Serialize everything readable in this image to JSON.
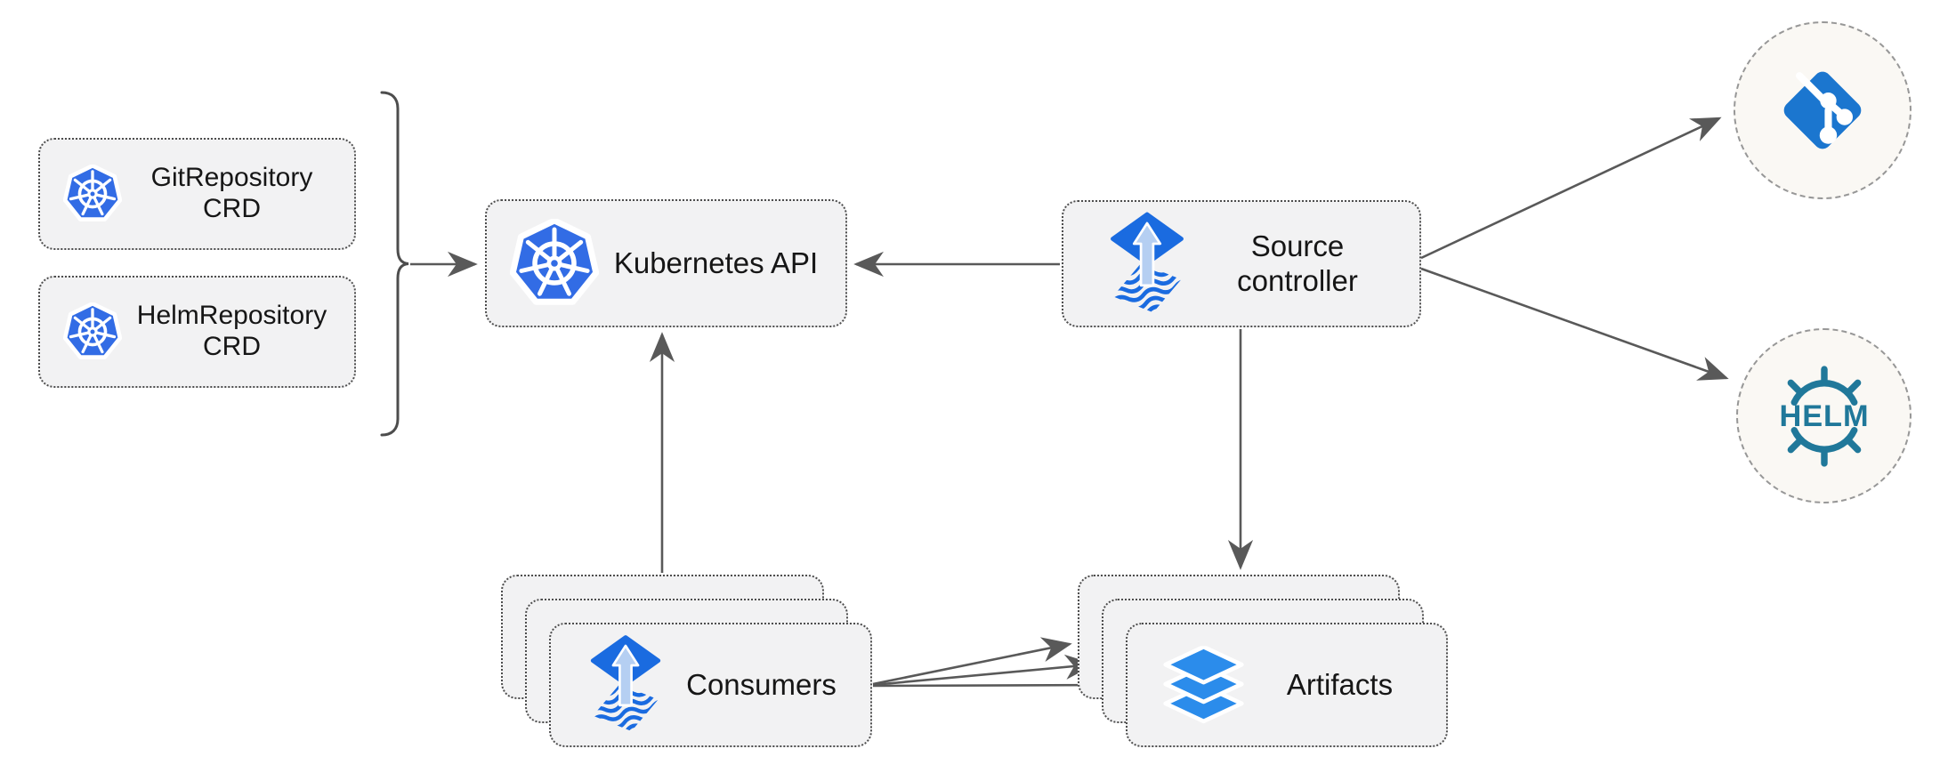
{
  "colors": {
    "kubernetes_blue": "#326CE5",
    "flux_blue": "#1A6BE0",
    "flux_arrow_light": "#B5CFF2",
    "artifacts_blue": "#2B8CEB",
    "git_blue": "#1B76CF",
    "helm_teal": "#20789A",
    "box_fill": "#F2F2F3",
    "box_border": "#4D4D4D",
    "circle_fill": "#FAF8F4",
    "circle_border": "#979797",
    "arrow_gray": "#595959",
    "label_color": "#161616"
  },
  "nodes": {
    "git_repository_crd": {
      "label": "GitRepository\nCRD",
      "icon": "kubernetes-icon"
    },
    "helm_repository_crd": {
      "label": "HelmRepository\nCRD",
      "icon": "kubernetes-icon"
    },
    "kubernetes_api": {
      "label": "Kubernetes API",
      "icon": "kubernetes-icon"
    },
    "source_controller": {
      "label": "Source\ncontroller",
      "icon": "flux-icon"
    },
    "consumers": {
      "label": "Consumers",
      "icon": "flux-icon",
      "stacked_copies": 3
    },
    "artifacts": {
      "label": "Artifacts",
      "icon": "layers-icon",
      "stacked_copies": 3
    },
    "git_remote": {
      "icon": "git-icon"
    },
    "helm_remote": {
      "icon": "helm-icon",
      "logo_text": "HELM"
    }
  },
  "edges": [
    {
      "from": "gitrepository-crd/helmrepository-crd (brace)",
      "to": "kubernetes-api",
      "arrow": "to"
    },
    {
      "from": "source-controller",
      "to": "kubernetes-api",
      "arrow": "to"
    },
    {
      "from": "consumers",
      "to": "kubernetes-api",
      "arrow": "to"
    },
    {
      "from": "source-controller",
      "to": "artifacts",
      "arrow": "to"
    },
    {
      "from": "source-controller",
      "to": "git-remote",
      "arrow": "to"
    },
    {
      "from": "source-controller",
      "to": "helm-remote",
      "arrow": "to"
    },
    {
      "from": "consumers",
      "to": "artifacts",
      "arrow": "to",
      "lines": 3
    }
  ]
}
